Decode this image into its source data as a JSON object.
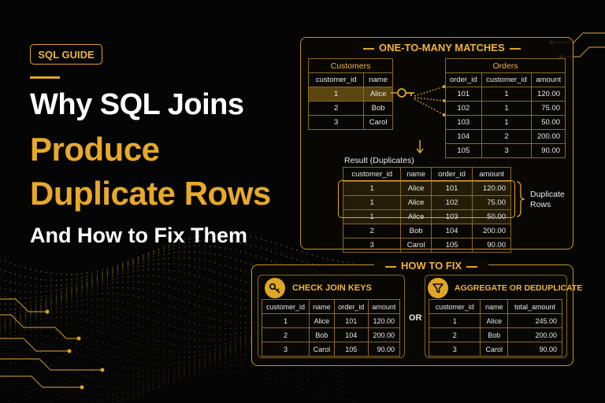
{
  "badge": "SQL GUIDE",
  "title": {
    "line1": "Why SQL Joins",
    "line2": "Produce",
    "line3": "Duplicate Rows",
    "line4": "And How to Fix Them"
  },
  "matches_panel": {
    "title": "ONE-TO-MANY MATCHES",
    "customers": {
      "caption": "Customers",
      "headers": [
        "customer_id",
        "name"
      ],
      "rows": [
        [
          "1",
          "Alice"
        ],
        [
          "2",
          "Bob"
        ],
        [
          "3",
          "Carol"
        ]
      ]
    },
    "orders": {
      "caption": "Orders",
      "headers": [
        "order_id",
        "customer_id",
        "amount"
      ],
      "rows": [
        [
          "101",
          "1",
          "120.00"
        ],
        [
          "102",
          "1",
          "75.00"
        ],
        [
          "103",
          "1",
          "50.00"
        ],
        [
          "104",
          "2",
          "200.00"
        ],
        [
          "105",
          "3",
          "90.00"
        ]
      ]
    },
    "result": {
      "caption": "Result (Duplicates)",
      "headers": [
        "customer_id",
        "name",
        "order_id",
        "amount"
      ],
      "rows": [
        [
          "1",
          "Alice",
          "101",
          "120.00"
        ],
        [
          "1",
          "Alice",
          "102",
          "75.00"
        ],
        [
          "1",
          "Alice",
          "103",
          "50.00"
        ],
        [
          "2",
          "Bob",
          "104",
          "200.00"
        ],
        [
          "3",
          "Carol",
          "105",
          "90.00"
        ]
      ]
    },
    "duplicate_label_1": "Duplicate",
    "duplicate_label_2": "Rows"
  },
  "fix_panel": {
    "title": "HOW TO FIX",
    "or_label": "OR",
    "check_keys": {
      "title": "CHECK JOIN KEYS",
      "icon": "key-icon",
      "headers": [
        "customer_id",
        "name",
        "order_id",
        "amount"
      ],
      "rows": [
        [
          "1",
          "Alice",
          "101",
          "120.00"
        ],
        [
          "2",
          "Bob",
          "104",
          "200.00"
        ],
        [
          "3",
          "Carol",
          "105",
          "90.00"
        ]
      ]
    },
    "aggregate": {
      "title": "AGGREGATE OR DEDUPLICATE",
      "icon": "filter-icon",
      "headers": [
        "customer_id",
        "name",
        "total_amount"
      ],
      "rows": [
        [
          "1",
          "Alice",
          "245.00"
        ],
        [
          "2",
          "Bob",
          "200.00"
        ],
        [
          "3",
          "Carol",
          "90.00"
        ]
      ]
    }
  },
  "colors": {
    "accent": "#e0a526",
    "background": "#050505",
    "highlight": "#5a4410"
  }
}
